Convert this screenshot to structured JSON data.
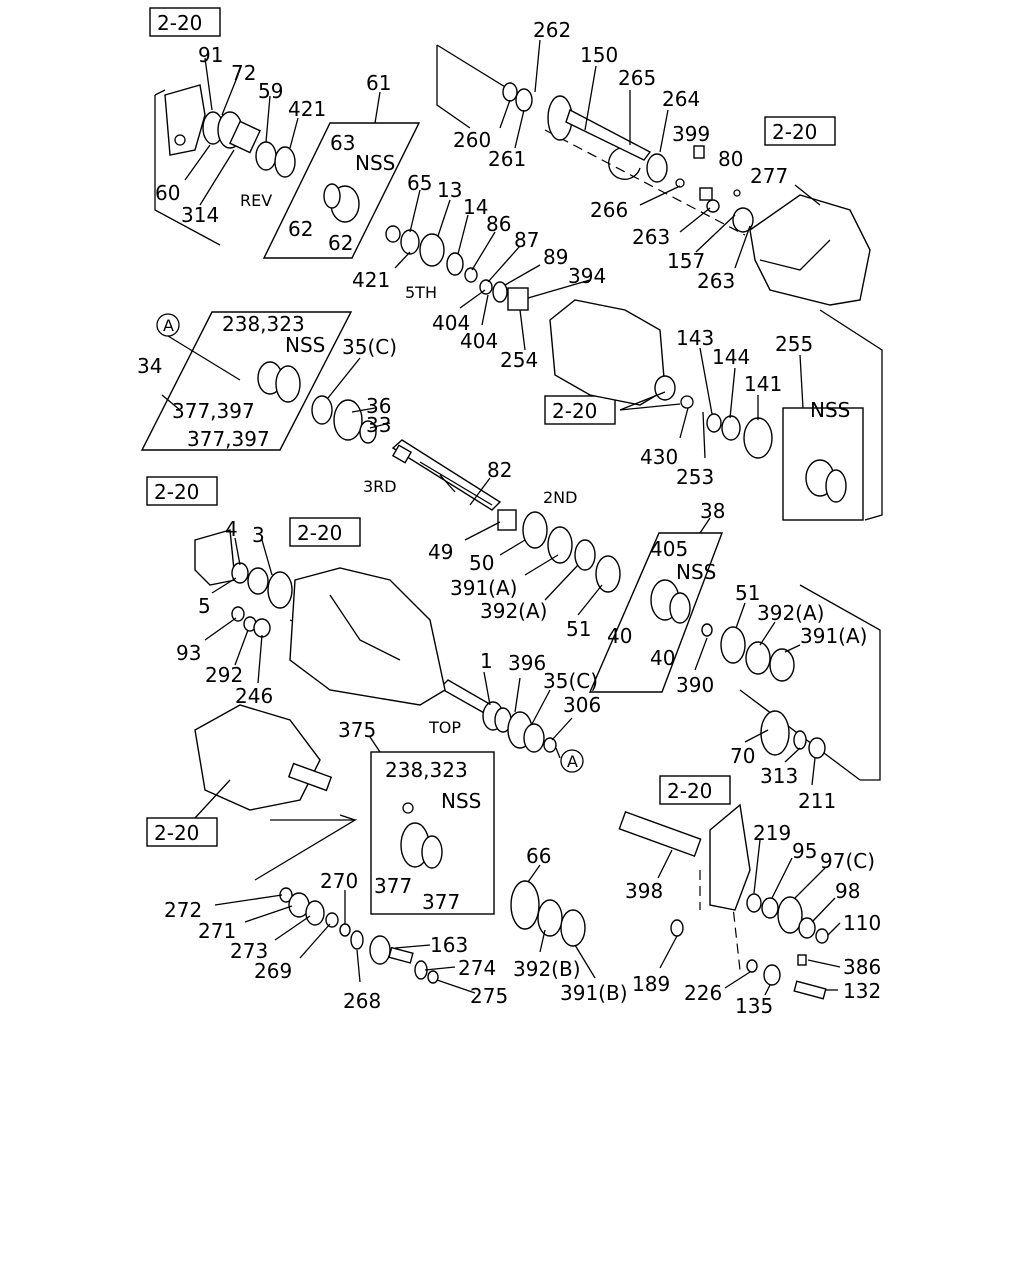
{
  "ref_labels": [
    "2-20",
    "2-20",
    "2-20",
    "2-20",
    "2-20",
    "2-20",
    "2-20"
  ],
  "callouts": [
    "91",
    "72",
    "59",
    "421",
    "60",
    "314",
    "REV",
    "61",
    "63",
    "NSS",
    "62",
    "62",
    "262",
    "150",
    "265",
    "264",
    "260",
    "261",
    "399",
    "80",
    "277",
    "266",
    "263",
    "157",
    "263",
    "65",
    "13",
    "14",
    "86",
    "87",
    "89",
    "394",
    "421",
    "5TH",
    "404",
    "404",
    "254",
    "238,323",
    "NSS",
    "35(C)",
    "36",
    "33",
    "34",
    "377,397",
    "377,397",
    "A",
    "143",
    "144",
    "141",
    "255",
    "NSS",
    "430",
    "253",
    "3RD",
    "82",
    "2ND",
    "49",
    "50",
    "391(A)",
    "392(A)",
    "38",
    "405",
    "NSS",
    "51",
    "40",
    "40",
    "4",
    "3",
    "5",
    "93",
    "292",
    "246",
    "51",
    "392(A)",
    "391(A)",
    "390",
    "70",
    "313",
    "211",
    "1",
    "396",
    "35(C)",
    "306",
    "A",
    "TOP",
    "375",
    "238,323",
    "NSS",
    "377",
    "377",
    "66",
    "392(B)",
    "391(B)",
    "272",
    "271",
    "273",
    "269",
    "270",
    "268",
    "163",
    "274",
    "275",
    "219",
    "95",
    "97(C)",
    "98",
    "110",
    "398",
    "189",
    "226",
    "135",
    "386",
    "132"
  ]
}
